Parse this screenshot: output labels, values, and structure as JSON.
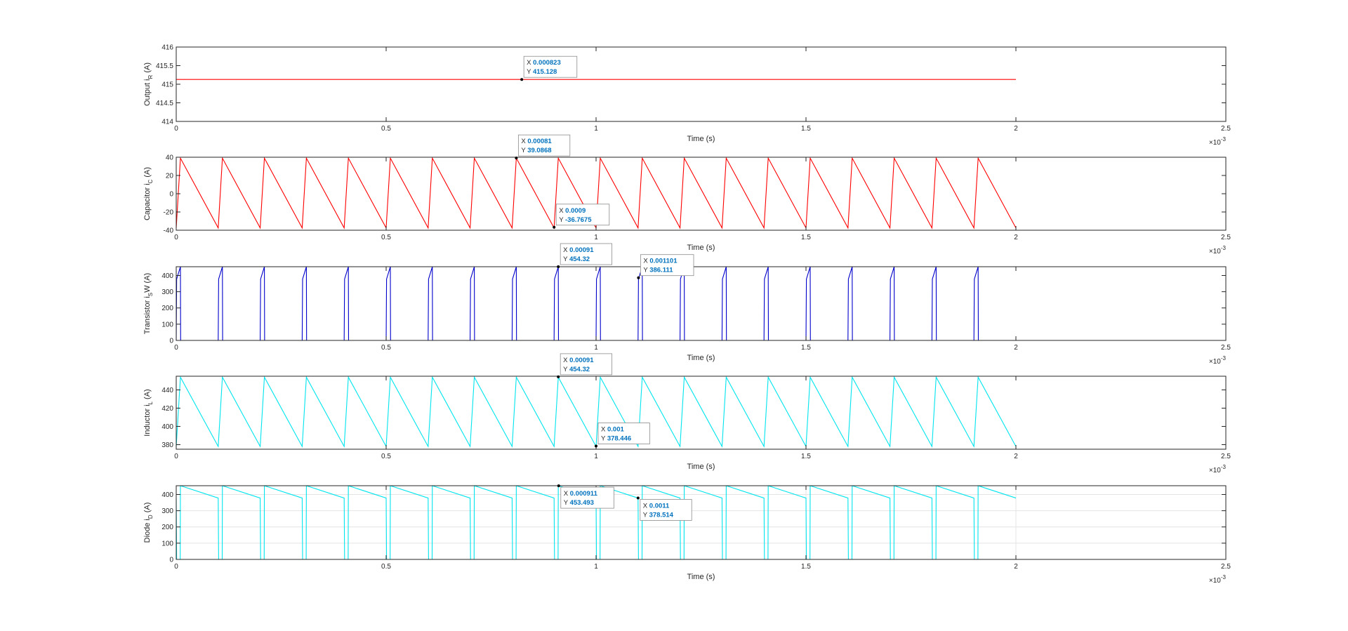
{
  "figure": {
    "x_exponent_base": "×10",
    "x_exponent_power": "-3"
  },
  "chart_data": [
    {
      "type": "line",
      "id": "output",
      "ylabel_main": "Output i",
      "ylabel_sub": "R",
      "ylabel_tail": " (A)",
      "xlabel": "Time (s)",
      "xlim": [
        0,
        2.5
      ],
      "ylim": [
        414,
        416
      ],
      "xticks": [
        0,
        0.5,
        1,
        1.5,
        2,
        2.5
      ],
      "xtick_labels": [
        "0",
        "0.5",
        "1",
        "1.5",
        "2",
        "2.5"
      ],
      "yticks": [
        414,
        414.5,
        415,
        415.5,
        416
      ],
      "ytick_labels": [
        "414",
        "414.5",
        "415",
        "415.5",
        "416"
      ],
      "grid": false,
      "color": "#ff0000",
      "series": [
        {
          "x": [
            0,
            2
          ],
          "y": [
            415.128,
            415.128
          ]
        }
      ],
      "datatips": [
        {
          "x": 0.823,
          "y": 415.128,
          "xtext": "0.000823",
          "ytext": "415.128",
          "box_side": "right"
        }
      ]
    },
    {
      "type": "line",
      "id": "capacitor",
      "ylabel_main": "Capacitor i",
      "ylabel_sub": "C",
      "ylabel_tail": " (A)",
      "xlabel": "Time (s)",
      "xlim": [
        0,
        2.5
      ],
      "ylim": [
        -40,
        40
      ],
      "xticks": [
        0,
        0.5,
        1,
        1.5,
        2,
        2.5
      ],
      "xtick_labels": [
        "0",
        "0.5",
        "1",
        "1.5",
        "2",
        "2.5"
      ],
      "yticks": [
        -40,
        -20,
        0,
        20,
        40
      ],
      "ytick_labels": [
        "-40",
        "-20",
        "0",
        "20",
        "40"
      ],
      "grid": false,
      "color": "#ff0000",
      "waveform": {
        "kind": "sawtooth_down",
        "period": 0.1,
        "rise": 0.01,
        "high": 39,
        "low": -37.5,
        "start": 0,
        "end": 2,
        "start_value": -37.5
      },
      "datatips": [
        {
          "x": 0.81,
          "y": 39.0868,
          "xtext": "0.00081",
          "ytext": "39.0868",
          "box_side": "right"
        },
        {
          "x": 0.9,
          "y": -36.7675,
          "xtext": "0.0009",
          "ytext": "-36.7675",
          "box_side": "right-up"
        }
      ]
    },
    {
      "type": "line",
      "id": "transistor",
      "ylabel_main": "Transistor i",
      "ylabel_sub": "S",
      "ylabel_tail": "W (A)",
      "xlabel": "Time (s)",
      "xlim": [
        0,
        2.5
      ],
      "ylim": [
        0,
        454
      ],
      "xticks": [
        0,
        0.5,
        1,
        1.5,
        2,
        2.5
      ],
      "xtick_labels": [
        "0",
        "0.5",
        "1",
        "1.5",
        "2",
        "2.5"
      ],
      "yticks": [
        0,
        100,
        200,
        300,
        400
      ],
      "ytick_labels": [
        "0",
        "100",
        "200",
        "300",
        "400"
      ],
      "grid": false,
      "color": "#0000cc",
      "waveform": {
        "kind": "switch_on",
        "period": 0.1,
        "rise": 0.01,
        "high": 454,
        "low": 378,
        "start": 0,
        "end": 2
      },
      "datatips": [
        {
          "x": 0.91,
          "y": 454.32,
          "xtext": "0.00091",
          "ytext": "454.32",
          "box_side": "right"
        },
        {
          "x": 1.101,
          "y": 386.111,
          "xtext": "0.001101",
          "ytext": "386.111",
          "box_side": "right"
        }
      ]
    },
    {
      "type": "line",
      "id": "inductor",
      "ylabel_main": "Inductor i",
      "ylabel_sub": "L",
      "ylabel_tail": " (A)",
      "xlabel": "Time (s)",
      "xlim": [
        0,
        2.5
      ],
      "ylim": [
        375,
        455
      ],
      "xticks": [
        0,
        0.5,
        1,
        1.5,
        2,
        2.5
      ],
      "xtick_labels": [
        "0",
        "0.5",
        "1",
        "1.5",
        "2",
        "2.5"
      ],
      "yticks": [
        380,
        400,
        420,
        440
      ],
      "ytick_labels": [
        "380",
        "400",
        "420",
        "440"
      ],
      "grid": false,
      "color": "#00e5ee",
      "waveform": {
        "kind": "sawtooth_down",
        "period": 0.1,
        "rise": 0.01,
        "high": 454,
        "low": 378,
        "start": 0,
        "end": 2,
        "start_value": 378
      },
      "datatips": [
        {
          "x": 0.91,
          "y": 454.32,
          "xtext": "0.00091",
          "ytext": "454.32",
          "box_side": "right"
        },
        {
          "x": 1.0,
          "y": 378.446,
          "xtext": "0.001",
          "ytext": "378.446",
          "box_side": "right-up"
        }
      ]
    },
    {
      "type": "line",
      "id": "diode",
      "ylabel_main": "Diode i",
      "ylabel_sub": "D",
      "ylabel_tail": " (A)",
      "xlabel": "Time (s)",
      "xlim": [
        0,
        2.5
      ],
      "ylim": [
        0,
        454
      ],
      "xticks": [
        0,
        0.5,
        1,
        1.5,
        2,
        2.5
      ],
      "xtick_labels": [
        "0",
        "0.5",
        "1",
        "1.5",
        "2",
        "2.5"
      ],
      "yticks": [
        0,
        100,
        200,
        300,
        400
      ],
      "ytick_labels": [
        "0",
        "100",
        "200",
        "300",
        "400"
      ],
      "grid": true,
      "color": "#00e5ee",
      "waveform": {
        "kind": "switch_off",
        "period": 0.1,
        "rise": 0.01,
        "high": 454,
        "low": 378,
        "start": 0,
        "end": 2
      },
      "datatips": [
        {
          "x": 0.911,
          "y": 453.493,
          "xtext": "0.000911",
          "ytext": "453.493",
          "box_side": "right-down"
        },
        {
          "x": 1.1,
          "y": 378.514,
          "xtext": "0.0011",
          "ytext": "378.514",
          "box_side": "right-down"
        }
      ]
    }
  ]
}
